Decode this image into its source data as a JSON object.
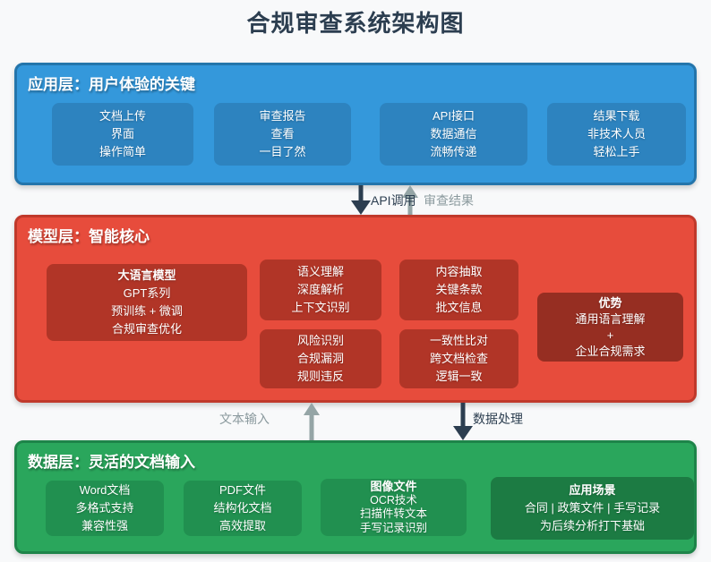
{
  "title": "合规审查系统架构图",
  "colors": {
    "app_layer": "#3498db",
    "model_layer": "#e74c3c",
    "data_layer": "#2aa65c",
    "arrow_dark": "#2c3e50",
    "arrow_gray": "#95a5a6"
  },
  "layers": {
    "app": {
      "header": "应用层：用户体验的关键",
      "boxes": [
        {
          "lines": [
            "文档上传",
            "界面",
            "操作简单"
          ]
        },
        {
          "lines": [
            "审查报告",
            "查看",
            "一目了然"
          ]
        },
        {
          "lines": [
            "API接口",
            "数据通信",
            "流畅传递"
          ]
        },
        {
          "lines": [
            "结果下载",
            "非技术人员",
            "轻松上手"
          ]
        }
      ]
    },
    "model": {
      "header": "模型层：智能核心",
      "llm": {
        "title": "大语言模型",
        "lines": [
          "GPT系列",
          "预训练 + 微调",
          "合规审查优化"
        ]
      },
      "boxes": [
        {
          "lines": [
            "语义理解",
            "深度解析",
            "上下文识别"
          ]
        },
        {
          "lines": [
            "内容抽取",
            "关键条款",
            "批文信息"
          ]
        },
        {
          "lines": [
            "风险识别",
            "合规漏洞",
            "规则违反"
          ]
        },
        {
          "lines": [
            "一致性比对",
            "跨文档检查",
            "逻辑一致"
          ]
        }
      ],
      "advantage": {
        "title": "优势",
        "lines": [
          "通用语言理解",
          "+",
          "企业合规需求"
        ]
      }
    },
    "data": {
      "header": "数据层：灵活的文档输入",
      "boxes": [
        {
          "lines": [
            "Word文档",
            "多格式支持",
            "兼容性强"
          ]
        },
        {
          "lines": [
            "PDF文件",
            "结构化文档",
            "高效提取"
          ]
        },
        {
          "title": "图像文件",
          "lines": [
            "OCR技术",
            "扫描件转文本",
            "手写记录识别"
          ]
        },
        {
          "title": "应用场景",
          "lines": [
            "合同 | 政策文件 | 手写记录",
            "为后续分析打下基础"
          ]
        }
      ]
    }
  },
  "flows": {
    "app_model": {
      "down_label": "API调用",
      "up_label": "审查结果"
    },
    "model_data": {
      "up_label": "文本输入",
      "down_label": "数据处理"
    }
  }
}
